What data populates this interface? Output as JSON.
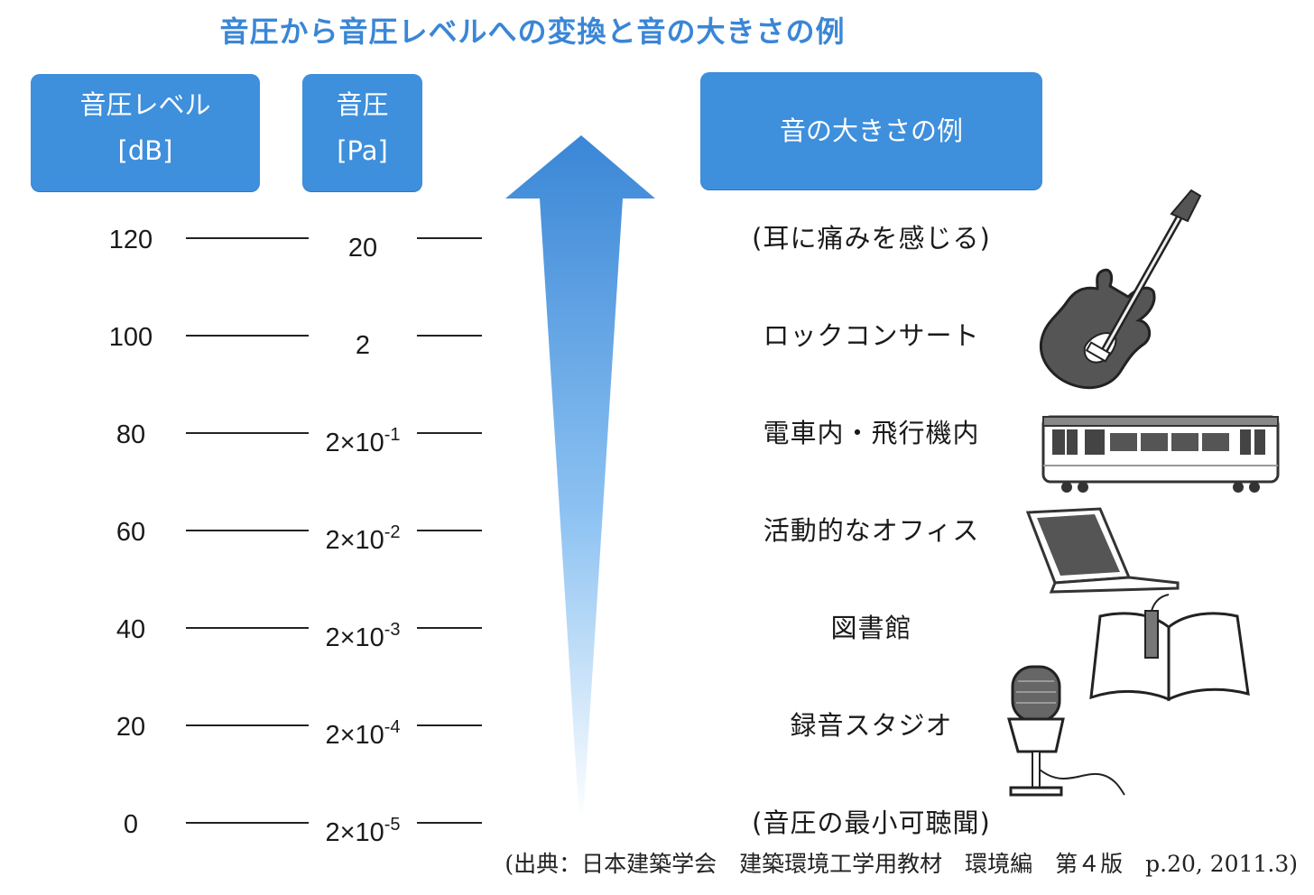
{
  "title": "音圧から音圧レベルへの変換と音の大きさの例",
  "headers": {
    "db": {
      "line1": "音圧レベル",
      "line2": "[dB]"
    },
    "pa": {
      "line1": "音圧",
      "line2": "[Pa]"
    },
    "example": "音の大きさの例"
  },
  "rows": [
    {
      "db": "120",
      "pa": "20",
      "pa_exp": "",
      "example": "(耳に痛みを感じる)"
    },
    {
      "db": "100",
      "pa": "2",
      "pa_exp": "",
      "example": "ロックコンサート"
    },
    {
      "db": "80",
      "pa": "2×10",
      "pa_exp": "-1",
      "example": "電車内・飛行機内"
    },
    {
      "db": "60",
      "pa": "2×10",
      "pa_exp": "-2",
      "example": "活動的なオフィス"
    },
    {
      "db": "40",
      "pa": "2×10",
      "pa_exp": "-3",
      "example": "図書館"
    },
    {
      "db": "20",
      "pa": "2×10",
      "pa_exp": "-4",
      "example": "録音スタジオ"
    },
    {
      "db": "0",
      "pa": "2×10",
      "pa_exp": "-5",
      "example": "(音圧の最小可聴聞)"
    }
  ],
  "caption": "(出典：日本建築学会　建築環境工学用教材　環境編　第４版　p.20, 2011.3)",
  "icons": [
    "guitar-icon",
    "train-icon",
    "laptop-icon",
    "book-icon",
    "microphone-icon"
  ],
  "colors": {
    "accent": "#3e8fdc",
    "title": "#3a86d6",
    "arrow_top": "#3a86d6",
    "arrow_bottom": "#ffffff"
  }
}
